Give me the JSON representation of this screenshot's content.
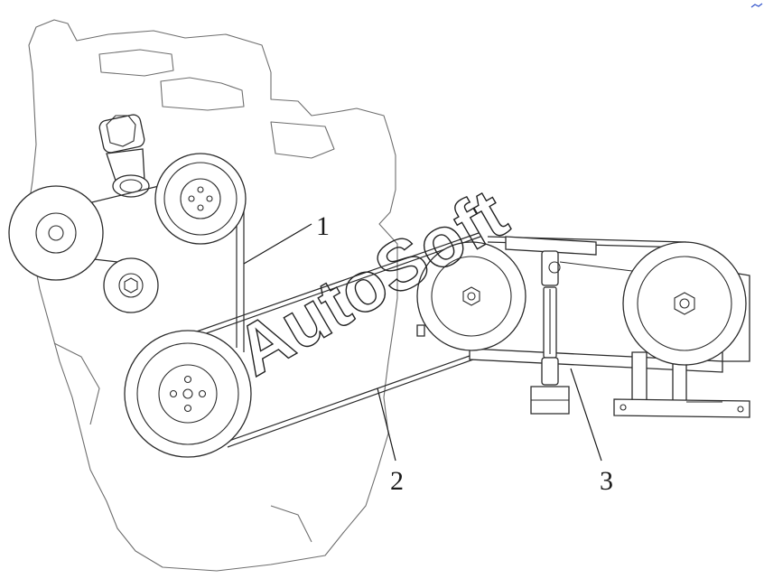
{
  "callouts": {
    "c1": "1",
    "c2": "2",
    "c3": "3"
  },
  "watermark": "AutoSoft",
  "colors": {
    "line": "#2b2b2b",
    "outline": "#6e6e6e",
    "background": "#ffffff"
  }
}
